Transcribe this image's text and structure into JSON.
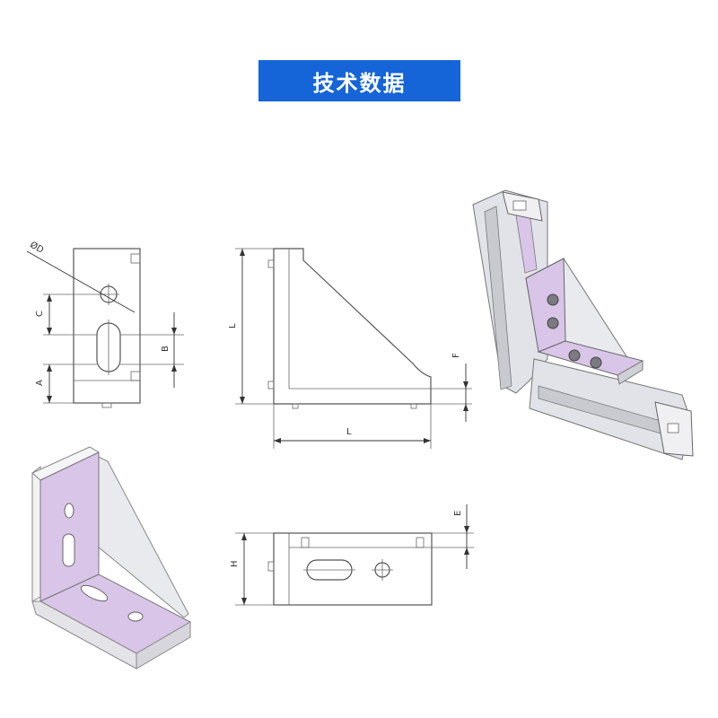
{
  "title": "技术数据",
  "colors": {
    "banner": "#1565d8",
    "purple_face": "#d9c5e8",
    "metal": "#e6e6ea"
  },
  "dimensions": {
    "diameter": "ØD",
    "a": "A",
    "b": "B",
    "c": "C",
    "l_vertical": "L",
    "l_horizontal": "L",
    "f": "F",
    "e": "E",
    "h": "H"
  }
}
